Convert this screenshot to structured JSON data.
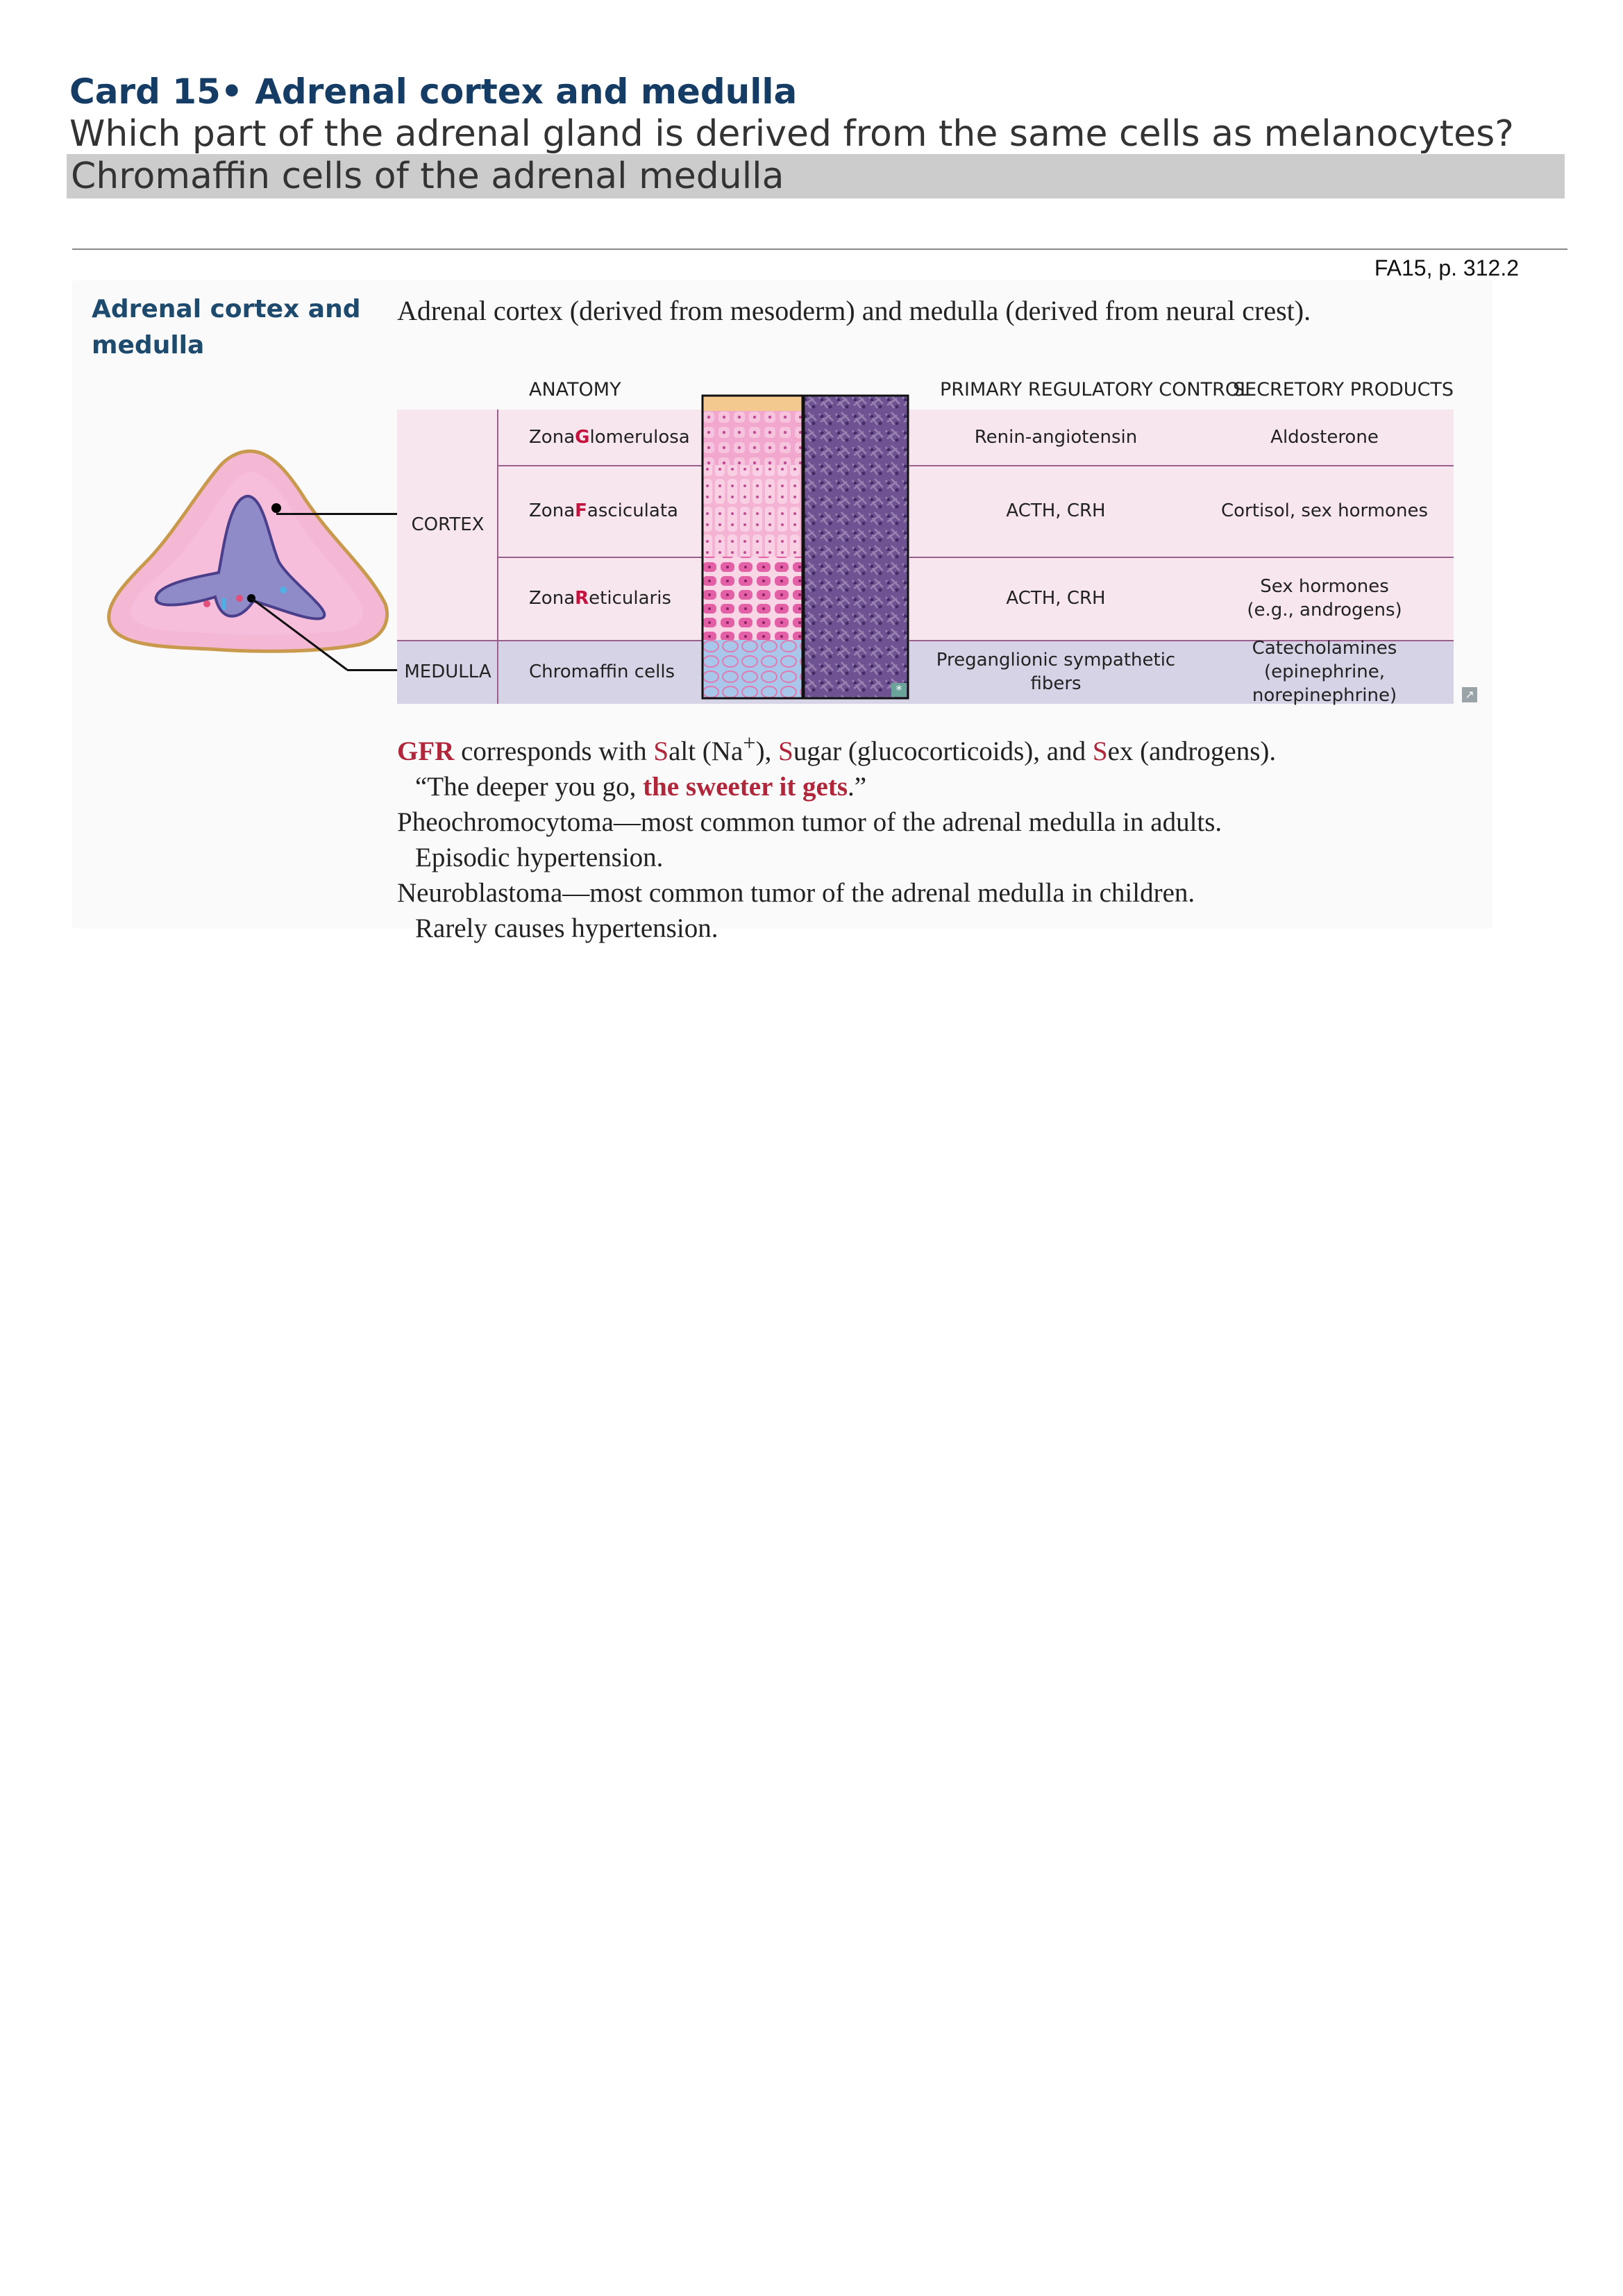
{
  "card": {
    "title": "Card 15• Adrenal cortex and medulla",
    "question": "Which part of the adrenal gland is derived from the same cells as melanocytes?",
    "answer": "Chromaffin cells of the adrenal medulla"
  },
  "source_ref": "FA15, p. 312.2",
  "section": {
    "heading": "Adrenal cortex and\nmedulla",
    "intro": "Adrenal cortex (derived from mesoderm) and medulla (derived from neural crest)."
  },
  "table": {
    "headers": {
      "anatomy": "ANATOMY",
      "control": "PRIMARY REGULATORY CONTROL",
      "products": "SECRETORY PRODUCTS"
    },
    "regions": {
      "cortex": "CORTEX",
      "medulla": "MEDULLA"
    },
    "rows": [
      {
        "zone_prefix": "Zona ",
        "zone_letter": "G",
        "zone_rest": "lomerulosa",
        "control": "Renin-angiotensin",
        "products": "Aldosterone"
      },
      {
        "zone_prefix": "Zona ",
        "zone_letter": "F",
        "zone_rest": "asciculata",
        "control": "ACTH, CRH",
        "products": "Cortisol, sex hormones"
      },
      {
        "zone_prefix": "Zona ",
        "zone_letter": "R",
        "zone_rest": "eticularis",
        "control": "ACTH, CRH",
        "products": "Sex hormones\n(e.g., androgens)"
      },
      {
        "zone_prefix": "",
        "zone_letter": "",
        "zone_rest": "Chromaffin cells",
        "control": "Preganglionic sympathetic fibers",
        "products": "Catecholamines\n(epinephrine, norepinephrine)"
      }
    ]
  },
  "notes": {
    "line1": {
      "g": "GFR",
      "t1": " corresponds with ",
      "s1": "S",
      "t2": "alt (Na",
      "sup": "+",
      "t3": "), ",
      "s2": "S",
      "t4": "ugar (glucocorticoids), and ",
      "s3": "S",
      "t5": "ex (androgens)."
    },
    "line2": {
      "t1": "“The deeper you go, ",
      "hl": "the sweeter it gets",
      "t2": ".”"
    },
    "line3": "Pheochromocytoma—most common tumor of the adrenal medulla in adults.",
    "line4": "Episodic hypertension.",
    "line5": "Neuroblastoma—most common tumor of the adrenal medulla in children.",
    "line6": "Rarely causes hypertension."
  },
  "colors": {
    "title": "#153c64",
    "heading": "#1e4a6e",
    "cortex_fill": "#f8e6ee",
    "medulla_fill": "#d7d3e6",
    "highlight": "#b0263a"
  },
  "icons": [
    "external-link-icon"
  ]
}
